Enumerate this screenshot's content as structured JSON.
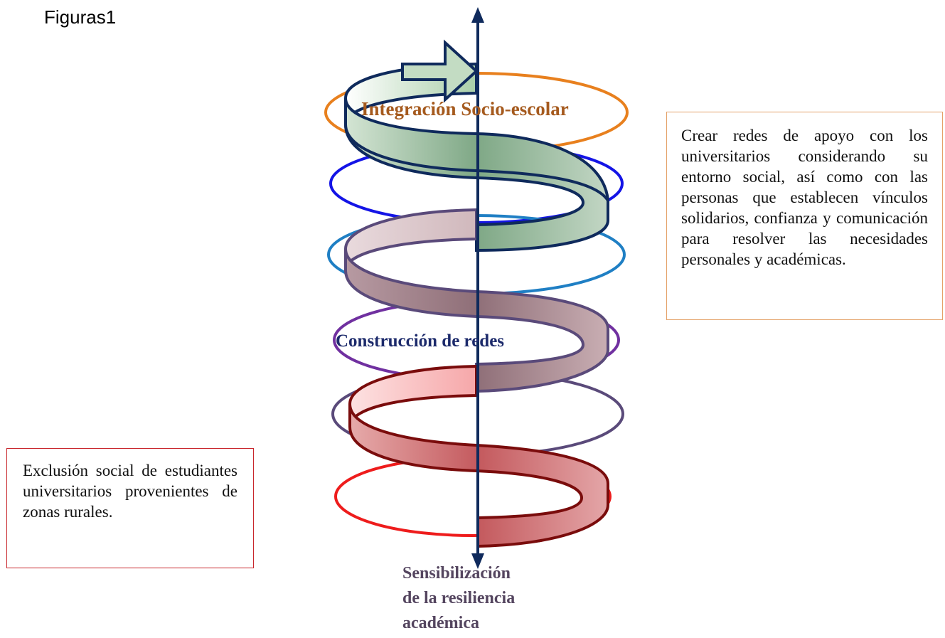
{
  "figure_label": "Figuras1",
  "labels": {
    "top": "Integración Socio-escolar",
    "middle": "Construcción de redes",
    "bottom_line1": "Sensibilización",
    "bottom_line2": "de la resiliencia",
    "bottom_line3": "académica"
  },
  "boxes": {
    "right": "Crear redes de apoyo con los universitarios considerando su entorno social, así como con las personas que establecen vínculos solidarios, confianza y comunicación para resolver las necesidades personales y académicas.",
    "left": "Exclusión social de estudiantes universitarios provenientes de zonas rurales."
  },
  "colors": {
    "axis": "#0f2a5c",
    "ring_orange": "#e8801e",
    "ring_blue": "#1414e6",
    "ring_teal": "#1f7fc4",
    "ring_purple": "#7030a0",
    "ring_dark_purple": "#5a4a7a",
    "ring_red": "#ee1c1c",
    "band_green_outline": "#0f2a5c",
    "band_mauve_outline": "#5a4a7a",
    "band_red_outline": "#7a0c0c",
    "box_right_border": "#e4a269",
    "box_left_border": "#c8262c"
  }
}
